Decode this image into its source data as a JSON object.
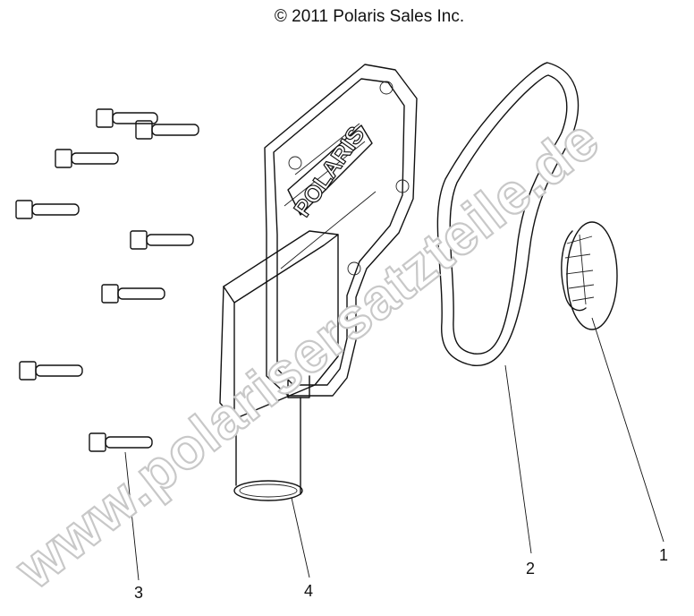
{
  "copyright": "© 2011 Polaris Sales Inc.",
  "watermark": "www.polarisersatzteile.de",
  "cover_logo": "POLARIS",
  "callouts": [
    {
      "label": "1",
      "part": "impeller"
    },
    {
      "label": "2",
      "part": "gasket"
    },
    {
      "label": "3",
      "part": "bolt"
    },
    {
      "label": "4",
      "part": "water-pump-cover"
    }
  ],
  "colors": {
    "line": "#111111",
    "watermark_outline": "#c8c8c8",
    "background": "#ffffff"
  }
}
